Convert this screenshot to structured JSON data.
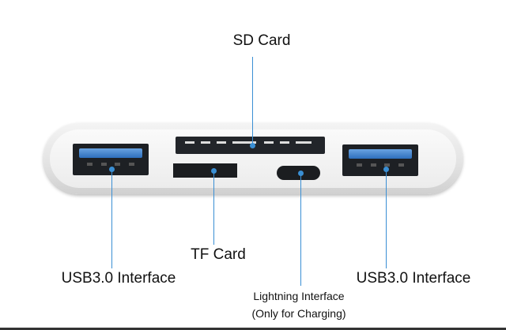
{
  "labels": {
    "sd_card": "SD Card",
    "tf_card": "TF Card",
    "usb_left": "USB3.0 Interface",
    "usb_right": "USB3.0 Interface",
    "lightning_line1": "Lightning Interface",
    "lightning_line2": "(Only for Charging)"
  },
  "colors": {
    "leader_line": "#3a8fd4",
    "usb_insert": "#3f86d6"
  }
}
